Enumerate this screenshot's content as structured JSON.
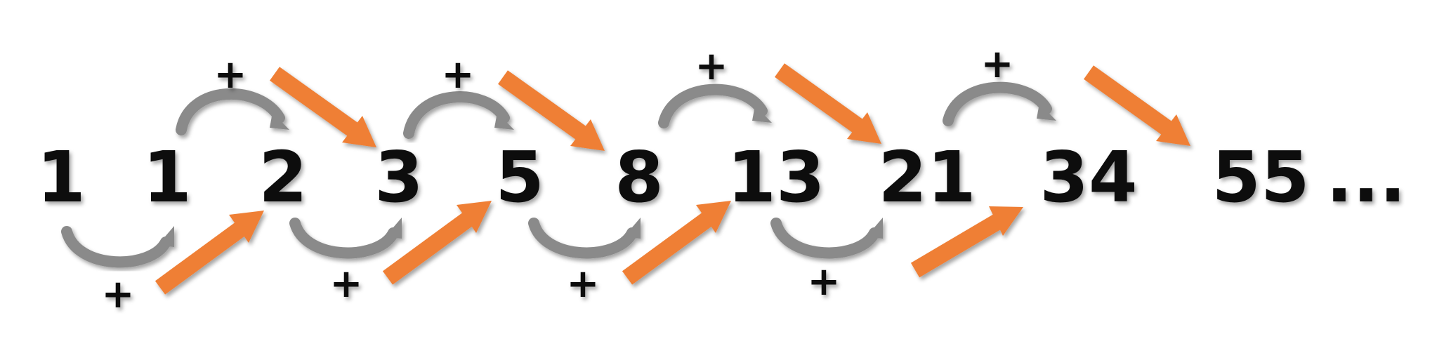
{
  "sequence": {
    "numbers": [
      "1",
      "1",
      "2",
      "3",
      "5",
      "8",
      "13",
      "21",
      "34",
      "55"
    ],
    "ellipsis": "..."
  },
  "operators": {
    "plus_symbol": "+"
  },
  "colors": {
    "addition_arc": "#8a8a8a",
    "result_arrow": "#ef7f35",
    "text": "#111111"
  }
}
